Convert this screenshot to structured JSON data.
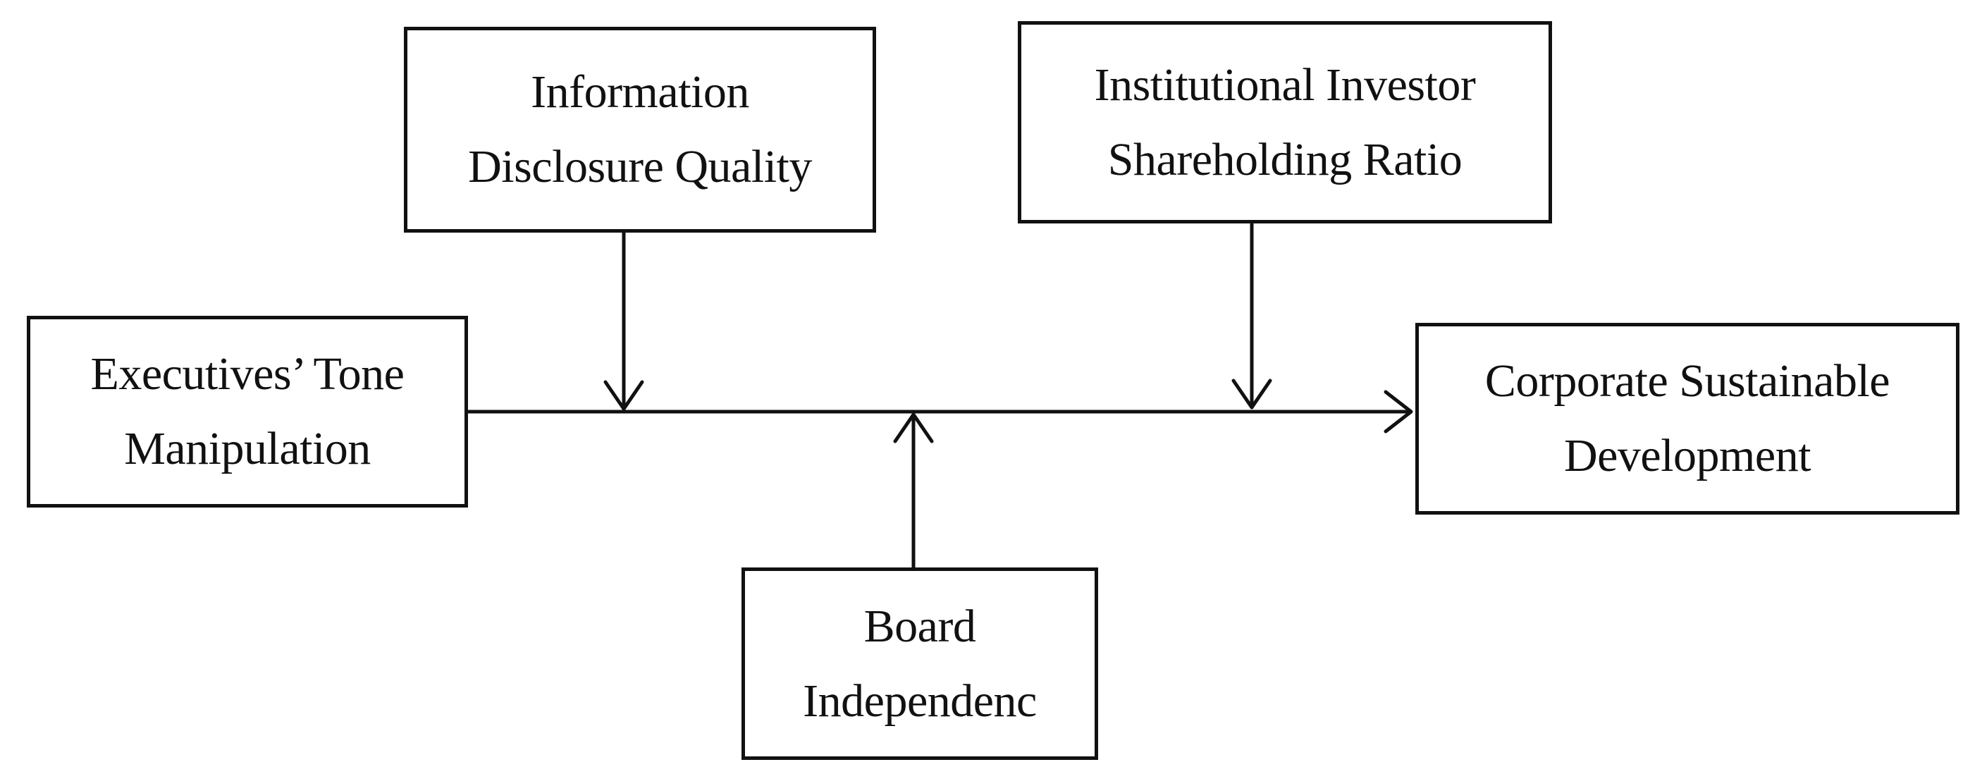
{
  "diagram": {
    "nodes": {
      "executives_tone": {
        "lines": [
          "Executives’ Tone",
          "Manipulation"
        ]
      },
      "information_disclosure": {
        "lines": [
          "Information",
          "Disclosure Quality"
        ]
      },
      "institutional_investor": {
        "lines": [
          "Institutional Investor",
          "Shareholding Ratio"
        ]
      },
      "corporate_sustainable": {
        "lines": [
          "Corporate Sustainable",
          "Development"
        ]
      },
      "board_independence": {
        "lines": [
          "Board",
          "Independenc"
        ]
      }
    },
    "edges": [
      {
        "from": "Executives’ Tone Manipulation",
        "to": "Corporate Sustainable Development",
        "type": "main-path"
      },
      {
        "from": "Information Disclosure Quality",
        "to": "main-path",
        "type": "moderator"
      },
      {
        "from": "Institutional Investor Shareholding Ratio",
        "to": "main-path",
        "type": "moderator"
      },
      {
        "from": "Board Independenc",
        "to": "main-path",
        "type": "moderator"
      }
    ]
  }
}
